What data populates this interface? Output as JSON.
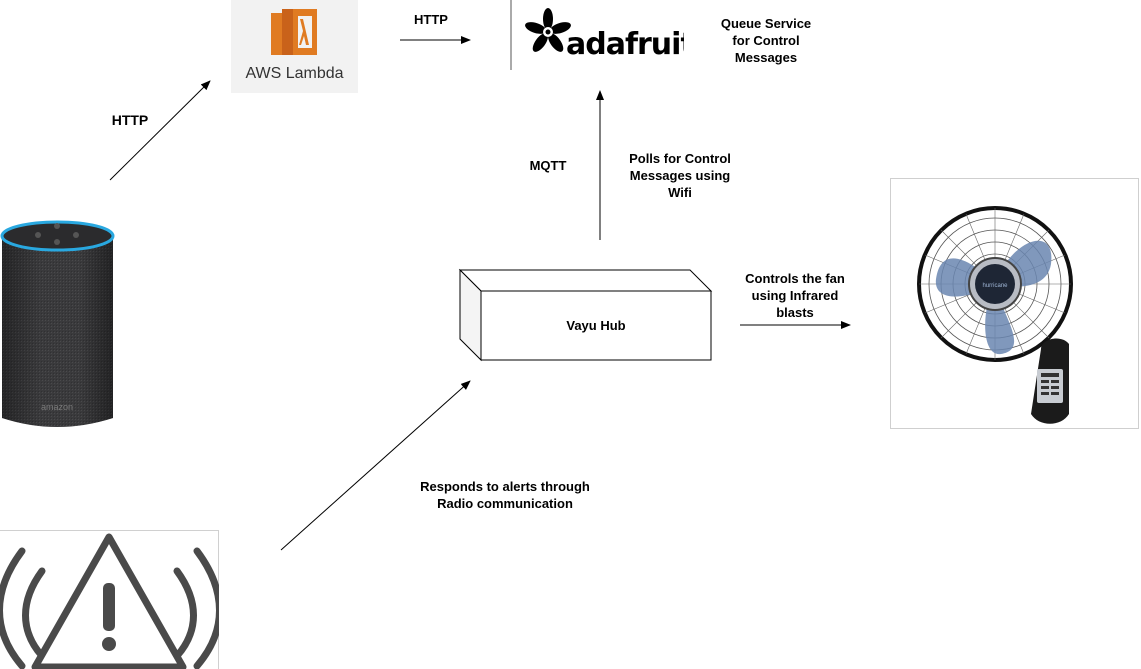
{
  "colors": {
    "lambda_orange": "#e07b22",
    "lambda_bg": "#f2f2f2",
    "echo_fabric": "#3d3d3f",
    "echo_ring": "#29a8e0",
    "fan_blade": "#6a86b0",
    "warning_gray": "#4a4a4a",
    "arrow": "#000000"
  },
  "nodes": {
    "echo": {
      "icon": "amazon-echo-icon",
      "brand_text": "amazon"
    },
    "lambda": {
      "icon": "aws-lambda-icon",
      "label": "AWS Lambda"
    },
    "adafruit": {
      "icon": "adafruit-logo-icon",
      "wordmark": "adafruit"
    },
    "queue_note": {
      "label": "Queue Service\nfor Control\nMessages"
    },
    "hub": {
      "label": "Vayu Hub"
    },
    "fan": {
      "icon": "wall-fan-icon",
      "brand_text": "hurricane"
    },
    "alert": {
      "icon": "radio-warning-icon"
    }
  },
  "edges": {
    "echo_to_lambda": {
      "label": "HTTP"
    },
    "lambda_to_adafruit": {
      "label": "HTTP"
    },
    "hub_to_adafruit": {
      "protocol": "MQTT",
      "description": "Polls for Control\nMessages using\nWifi"
    },
    "hub_to_fan": {
      "label": "Controls the fan\nusing Infrared\nblasts"
    },
    "alert_to_hub": {
      "label": "Responds to alerts through\nRadio communication"
    }
  }
}
